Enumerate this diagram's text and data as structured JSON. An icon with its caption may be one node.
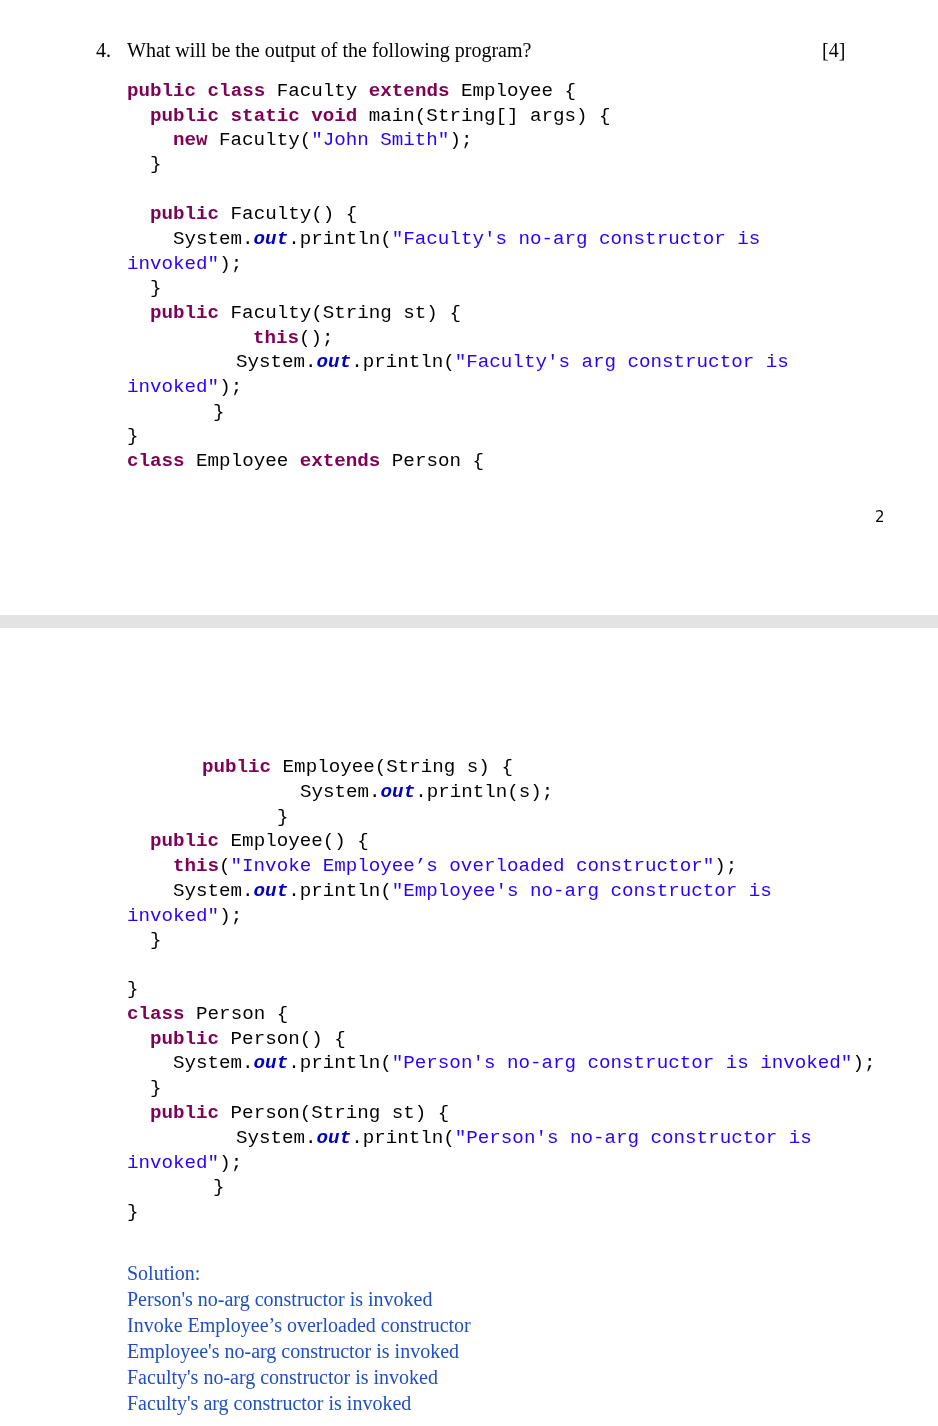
{
  "diagram": {
    "labels": [
      "4.",
      "What will be the output of the following program?",
      "[4]",
      "**public** **class** Faculty **extends** Employee {",
      "**public** **static** **void** main(String[] args) {",
      "**new** Faculty(\"John Smith\");",
      "}",
      "**public** Faculty() {",
      "System.*out*.println(\"Faculty's no-arg constructor is invoked\");",
      "}",
      "**public** Faculty(String st) {",
      "**this**();",
      "System.*out*.println(\"Faculty's arg constructor is invoked\");",
      "}",
      "}",
      "**class** Employee **extends** Person {",
      "2",
      "**public** Employee(String s) {",
      "System.*out*.println(s);",
      "}",
      "**public** Employee() {",
      "**this**(\"Invoke Employee’s overloaded constructor\");",
      "System.*out*.println(\"Employee's no-arg constructor is invoked\");",
      "}",
      "}",
      "**class** Person {",
      "**public** Person() {",
      "System.*out*.println(\"Person's no-arg constructor is invoked\");",
      "}",
      "**public** Person(String st) {",
      "System.*out*.println(\"Person's no-arg constructor is invoked\");",
      "}",
      "}",
      "Solution:",
      "Person's no-arg constructor is invoked",
      "Invoke Employee’s overloaded constructor",
      "Employee's no-arg constructor is invoked",
      "Faculty's no-arg constructor is invoked",
      "Faculty's arg constructor is invoked"
    ]
  }
}
